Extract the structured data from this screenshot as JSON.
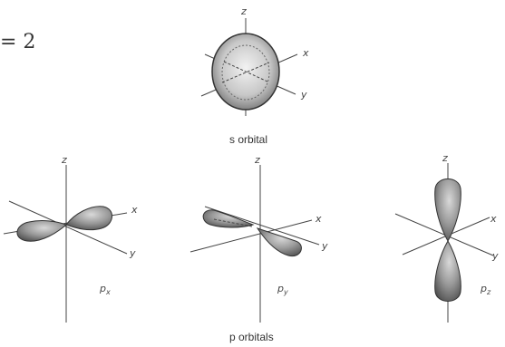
{
  "top_left_fragment": "= 2",
  "s_orbital": {
    "axis_z": "z",
    "axis_x": "x",
    "axis_y": "y",
    "caption": "s orbital"
  },
  "p_orbitals": {
    "caption": "p orbitals",
    "px": {
      "axis_z": "z",
      "axis_x": "x",
      "axis_y": "y",
      "label_main": "p",
      "label_sub": "x"
    },
    "py": {
      "axis_z": "z",
      "axis_x": "x",
      "axis_y": "y",
      "label_main": "p",
      "label_sub": "y"
    },
    "pz": {
      "axis_z": "z",
      "axis_x": "x",
      "axis_y": "y",
      "label_main": "p",
      "label_sub": "z"
    }
  },
  "colors": {
    "lobe_fill": "#9a9a9a",
    "lobe_dark": "#4a4a4a",
    "axis": "#444444"
  }
}
